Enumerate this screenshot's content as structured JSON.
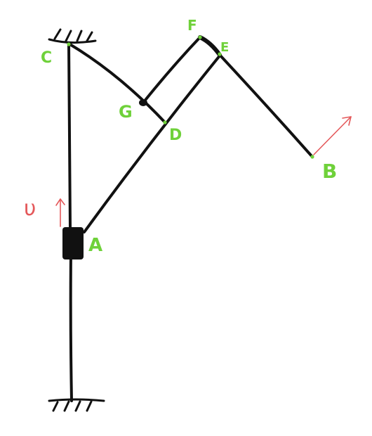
{
  "colors": {
    "label": "#6fd13a",
    "velocity": "#e4585a",
    "link": "#111111",
    "background": "#ffffff"
  },
  "points": {
    "A": "A",
    "B": "B",
    "C": "C",
    "D": "D",
    "E": "E",
    "F": "F",
    "G": "G"
  },
  "velocity_label": "υ"
}
